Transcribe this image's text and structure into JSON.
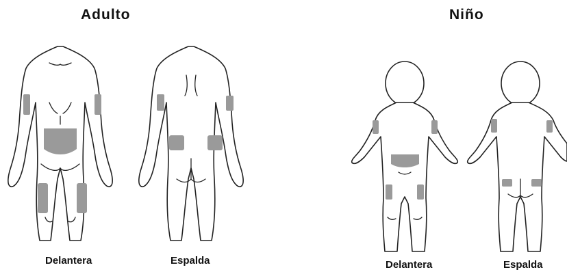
{
  "groups": {
    "adult": {
      "title": "Adulto",
      "front_label": "Delantera",
      "back_label": "Espalda"
    },
    "child": {
      "title": "Niño",
      "front_label": "Delantera",
      "back_label": "Espalda"
    }
  },
  "colors": {
    "injection_site": "#9a9a9a",
    "outline": "#222222"
  }
}
